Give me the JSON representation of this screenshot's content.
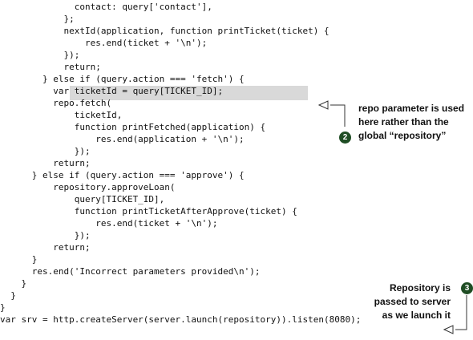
{
  "code_lines": [
    {
      "text": "              contact: query['contact'],",
      "indent": 0
    },
    {
      "text": "            };",
      "indent": 0
    },
    {
      "text": "            nextId(application, function printTicket(ticket) {",
      "indent": 0
    },
    {
      "text": "                res.end(ticket + '\\n');",
      "indent": 0
    },
    {
      "text": "            });",
      "indent": 0
    },
    {
      "text": "            return;",
      "indent": 0
    },
    {
      "text": "        } else if (query.action === 'fetch') {",
      "indent": 0
    },
    {
      "text": "          var ticketId = query[TICKET_ID];",
      "indent": 0
    },
    {
      "text": "          repo.fetch(",
      "indent": 0
    },
    {
      "text": "              ticketId,",
      "indent": 0
    },
    {
      "text": "              function printFetched(application) {",
      "indent": 0
    },
    {
      "text": "                  res.end(application + '\\n');",
      "indent": 0
    },
    {
      "text": "              });",
      "indent": 0
    },
    {
      "text": "          return;",
      "indent": 0
    },
    {
      "text": "      } else if (query.action === 'approve') {",
      "indent": 0
    },
    {
      "text": "          repository.approveLoan(",
      "indent": 0
    },
    {
      "text": "              query[TICKET_ID],",
      "indent": 0
    },
    {
      "text": "              function printTicketAfterApprove(ticket) {",
      "indent": 0
    },
    {
      "text": "                  res.end(ticket + '\\n');",
      "indent": 0
    },
    {
      "text": "              });",
      "indent": 0
    },
    {
      "text": "          return;",
      "indent": 0
    },
    {
      "text": "      }",
      "indent": 0
    },
    {
      "text": "      res.end('Incorrect parameters provided\\n');",
      "indent": 0
    },
    {
      "text": "    }",
      "indent": 0
    },
    {
      "text": "  }",
      "indent": 0
    },
    {
      "text": "}",
      "indent": 0
    },
    {
      "text": "var srv = http.createServer(server.launch(repository)).listen(8080);",
      "indent": 0
    }
  ],
  "annotations": {
    "repo_note": {
      "marker": "2",
      "lines": [
        "repo parameter is used",
        "here rather than the",
        "global “repository”"
      ]
    },
    "repository_note": {
      "marker": "3",
      "lines": [
        "Repository is",
        "passed to server",
        "as we launch it"
      ]
    }
  },
  "colors": {
    "text": "#111111",
    "highlight": "#d9d9d9",
    "marker": "#1f4d24"
  }
}
